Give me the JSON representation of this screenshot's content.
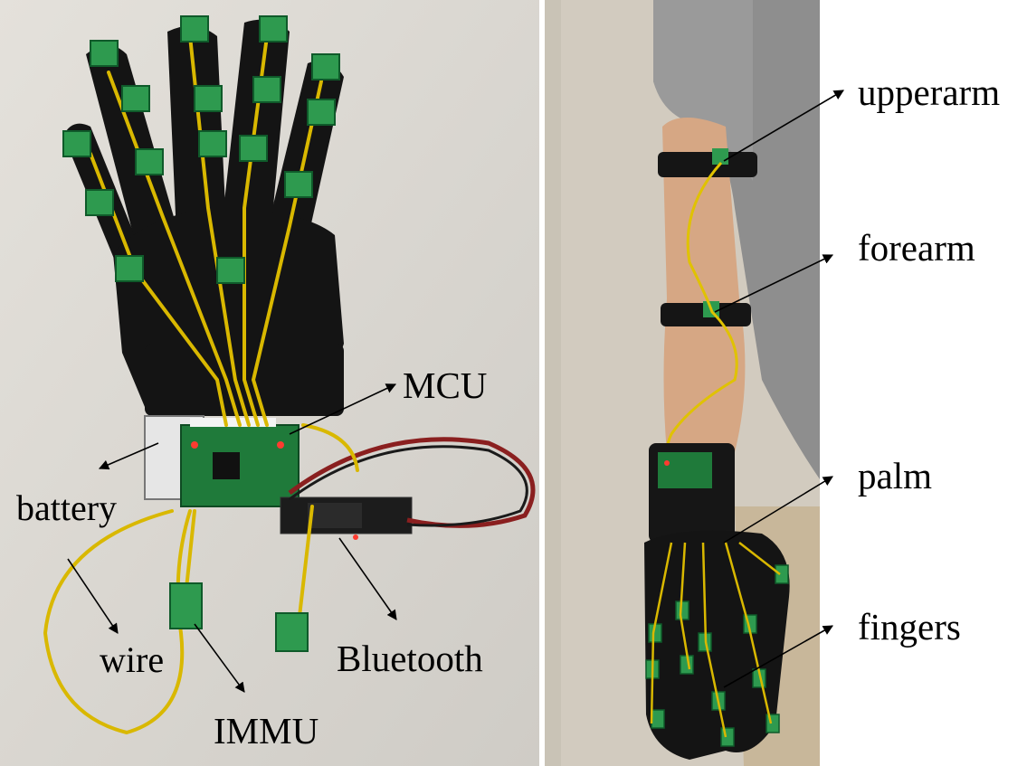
{
  "figure": {
    "left_labels": {
      "mcu": "MCU",
      "battery": "battery",
      "wire": "wire",
      "immu": "IMMU",
      "bluetooth": "Bluetooth"
    },
    "right_labels": {
      "upperarm": "upperarm",
      "forearm": "forearm",
      "palm": "palm",
      "fingers": "fingers"
    }
  }
}
